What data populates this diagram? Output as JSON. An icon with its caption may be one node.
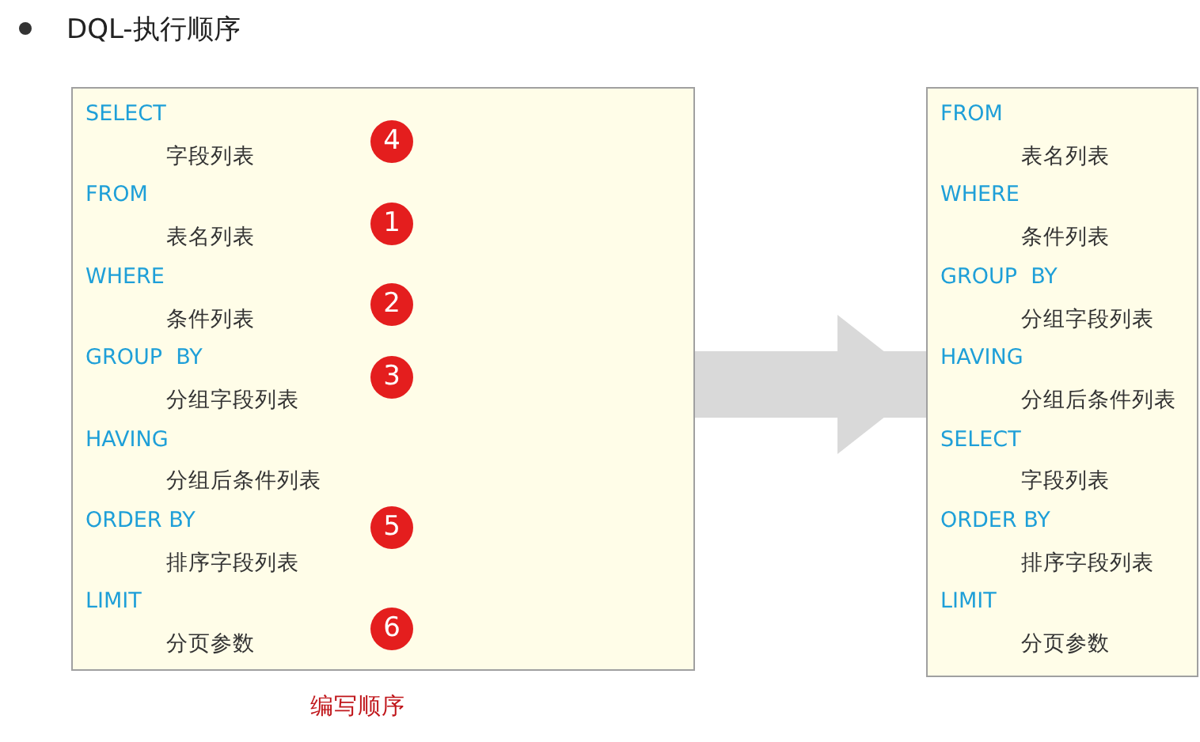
{
  "diagram": {
    "title": "DQL-执行顺序",
    "nodes": [
      {
        "text": [
          "SELECT",
          "字段列表",
          "FROM",
          "表名列表",
          "WHERE",
          "条件列表",
          "GROUP  BY",
          "分组字段列表",
          "HAVING",
          "分组后条件列表",
          "ORDER BY",
          "排序字段列表",
          "LIMIT",
          "分页参数"
        ],
        "beside": [
          "编写顺序"
        ]
      },
      {
        "text": [
          "4"
        ],
        "in": 0
      },
      {
        "text": [
          "1"
        ],
        "in": 0
      },
      {
        "text": [
          "2"
        ],
        "in": 0
      },
      {
        "text": [
          "3"
        ],
        "in": 0
      },
      {
        "text": [
          "5"
        ],
        "in": 0
      },
      {
        "text": [
          "6"
        ],
        "in": 0
      },
      {
        "text": [
          "FROM",
          "表名列表",
          "WHERE",
          "条件列表",
          "GROUP  BY",
          "分组字段列表",
          "HAVING",
          "分组后条件列表",
          "SELECT",
          "字段列表",
          "ORDER BY",
          "排序字段列表",
          "LIMIT",
          "分页参数"
        ]
      }
    ],
    "edges": [
      {
        "from": 0,
        "to": 7,
        "arrow": "to"
      }
    ]
  }
}
